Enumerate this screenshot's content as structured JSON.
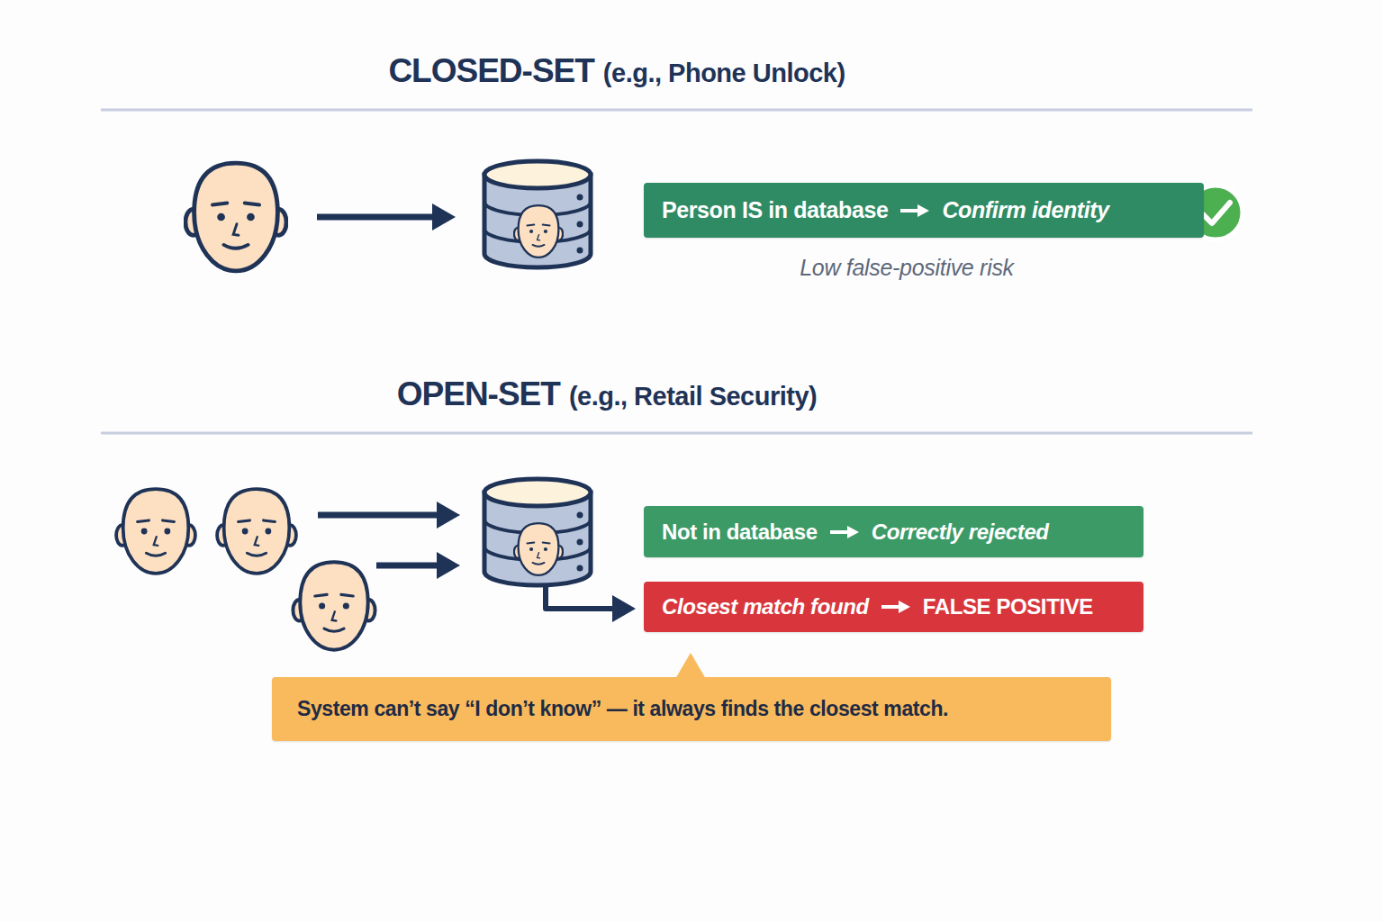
{
  "diagram": {
    "nodes": [
      {
        "text": [
          "Person IS in database",
          "Confirm identity"
        ]
      },
      {
        "text": [
          "Not in database",
          "Correctly rejected"
        ]
      },
      {
        "text": [
          "Closest match found",
          "FALSE POSITIVE"
        ]
      },
      {
        "text": [
          "System can’t say “I don’t know” — it always finds the closest match."
        ]
      }
    ],
    "labels": [
      "CLOSED-SET",
      "(e.g., Phone Unlock)",
      "Low false-positive risk",
      "OPEN-SET",
      "(e.g., Retail Security)"
    ]
  }
}
